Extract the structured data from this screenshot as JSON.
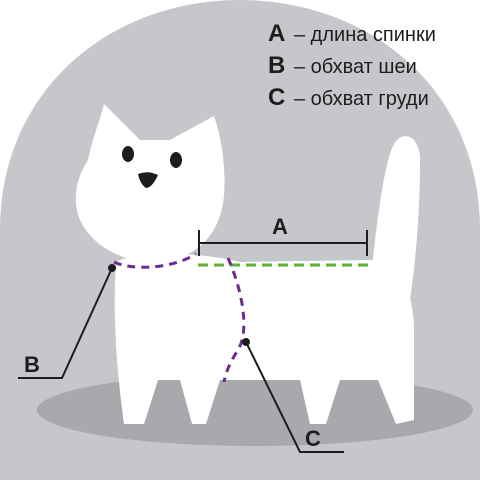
{
  "legend": [
    {
      "letter": "A",
      "text": "– длина спинки"
    },
    {
      "letter": "B",
      "text": "– обхват шеи"
    },
    {
      "letter": "C",
      "text": "– обхват груди"
    }
  ],
  "callouts": {
    "a": "A",
    "b": "B",
    "c": "C"
  },
  "colors": {
    "background_dome": "#c6c7ca",
    "floor_shadow": "#a7a9ad",
    "cat_body": "#ffffff",
    "neck_line": "#6b2d8f",
    "chest_line": "#6b2d8f",
    "back_line": "#5db135",
    "ink": "#1d1d1d"
  }
}
